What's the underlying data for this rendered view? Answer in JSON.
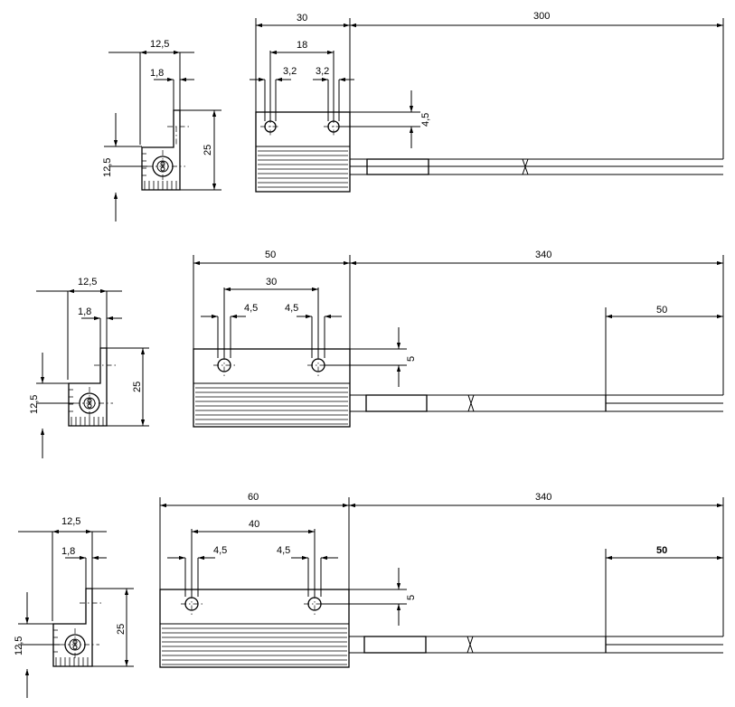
{
  "views": [
    {
      "id": "variant-1",
      "side": {
        "width": "12,5",
        "tab": "1,8",
        "height": "25",
        "center": "12,5"
      },
      "front": {
        "length": "30",
        "hole_spacing": "18",
        "hole_left": "3,2",
        "hole_right": "3,2",
        "hole_offset": "4,5"
      },
      "cable": {
        "length": "300"
      }
    },
    {
      "id": "variant-2",
      "side": {
        "width": "12,5",
        "tab": "1,8",
        "height": "25",
        "center": "12,5"
      },
      "front": {
        "length": "50",
        "hole_spacing": "30",
        "hole_left": "4,5",
        "hole_right": "4,5",
        "hole_offset": "5"
      },
      "cable": {
        "length": "340",
        "stripped": "50"
      }
    },
    {
      "id": "variant-3",
      "side": {
        "width": "12,5",
        "tab": "1,8",
        "height": "25",
        "center": "12,5"
      },
      "front": {
        "length": "60",
        "hole_spacing": "40",
        "hole_left": "4,5",
        "hole_right": "4,5",
        "hole_offset": "5"
      },
      "cable": {
        "length": "340",
        "stripped": "50"
      }
    }
  ]
}
